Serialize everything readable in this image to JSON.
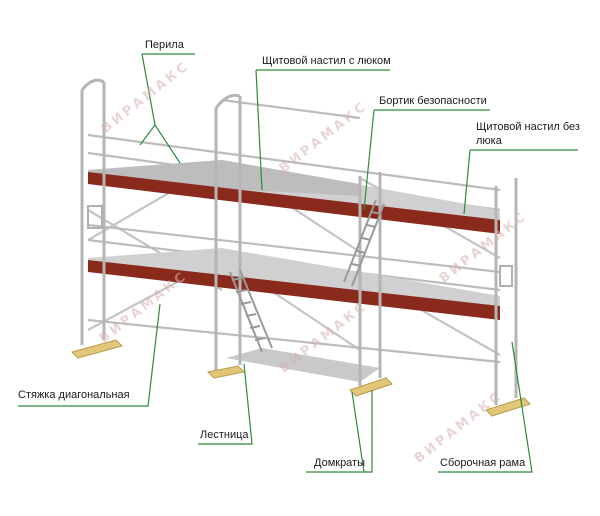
{
  "labels": {
    "railing": "Перила",
    "deck_with_hatch": "Щитовой настил с люком",
    "toe_board": "Бортик безопасности",
    "deck_without_hatch": "Щитовой настил без люка",
    "diagonal_brace": "Стяжка диагональная",
    "ladder": "Лестница",
    "jacks": "Домкраты",
    "frame": "Сборочная рама"
  },
  "watermark": "ВИРАМАКС",
  "colors": {
    "leader": "#2e8b3a",
    "toe_board": "#8a2a1c",
    "deck": "#c8c8c8",
    "tube": "#b9b9b9",
    "base_plate": "#e2c67a"
  }
}
